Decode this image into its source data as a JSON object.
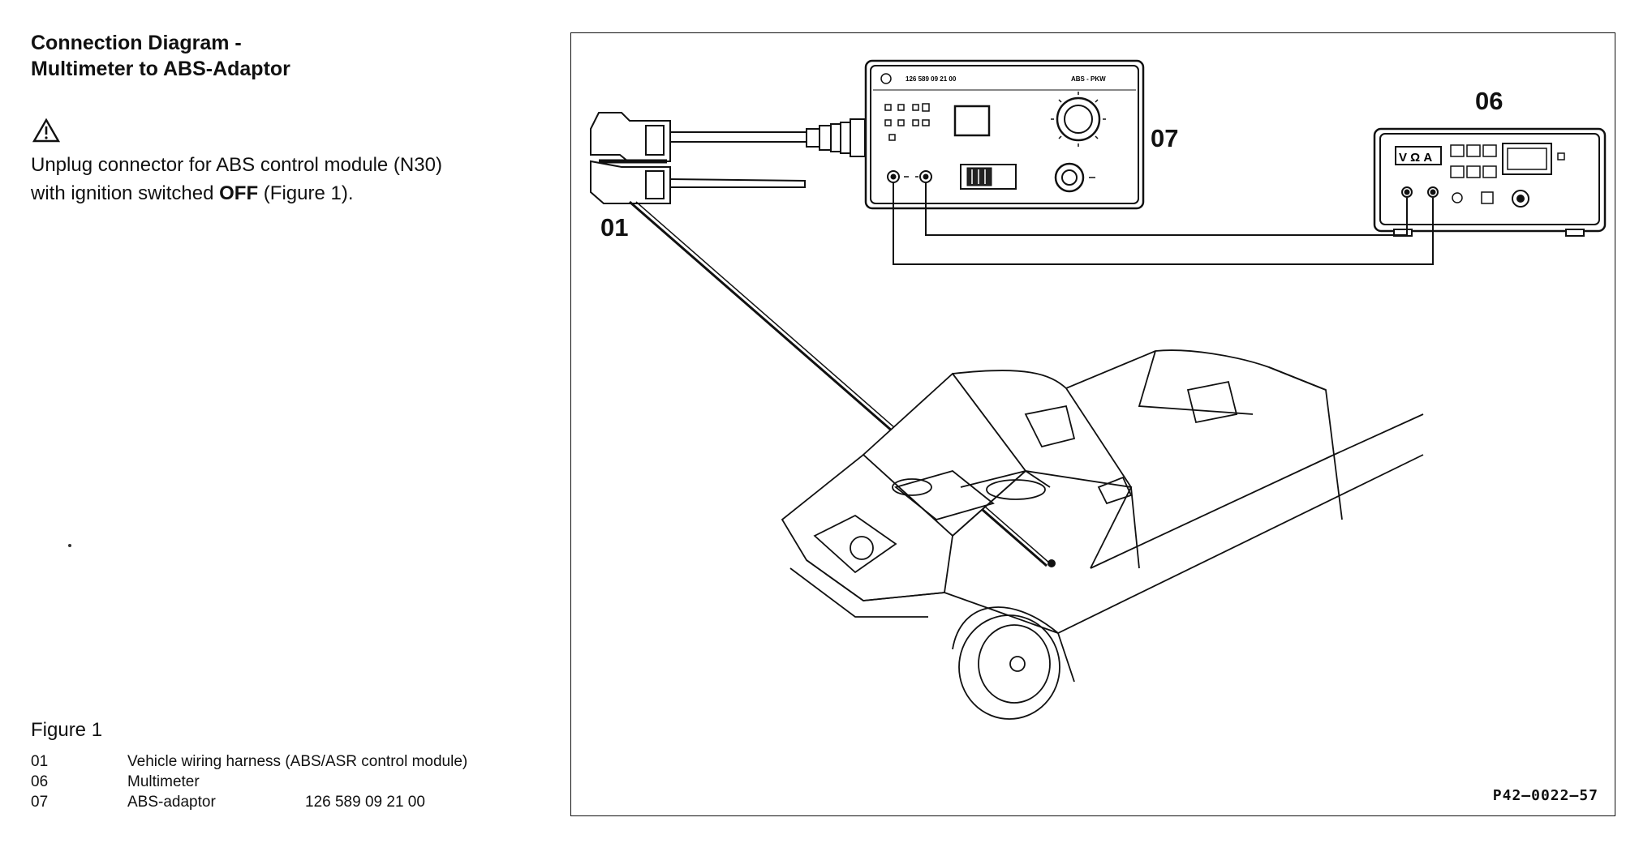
{
  "heading": {
    "line1": "Connection Diagram -",
    "line2": "Multimeter to ABS-Adaptor"
  },
  "warning": {
    "icon": "warning-triangle-icon",
    "line1": "Unplug connector for ABS control module (N30)",
    "line2_pre": "with ignition switched ",
    "line2_bold": "OFF",
    "line2_post": " (Figure 1)."
  },
  "figure": {
    "label": "Figure 1",
    "legend": [
      {
        "num": "01",
        "desc": "Vehicle wiring harness (ABS/ASR control module)",
        "part": ""
      },
      {
        "num": "06",
        "desc": "Multimeter",
        "part": ""
      },
      {
        "num": "07",
        "desc": "ABS-adaptor",
        "part": "126 589 09 21 00"
      }
    ]
  },
  "diagram": {
    "callouts": {
      "harness": "01",
      "multimeter": "06",
      "adaptor": "07"
    },
    "adaptor_header": {
      "part": "126 589 09 21 00",
      "name": "ABS - PKW"
    },
    "multimeter_units": "V Ω A",
    "reference_code": "P42–0022–57"
  }
}
